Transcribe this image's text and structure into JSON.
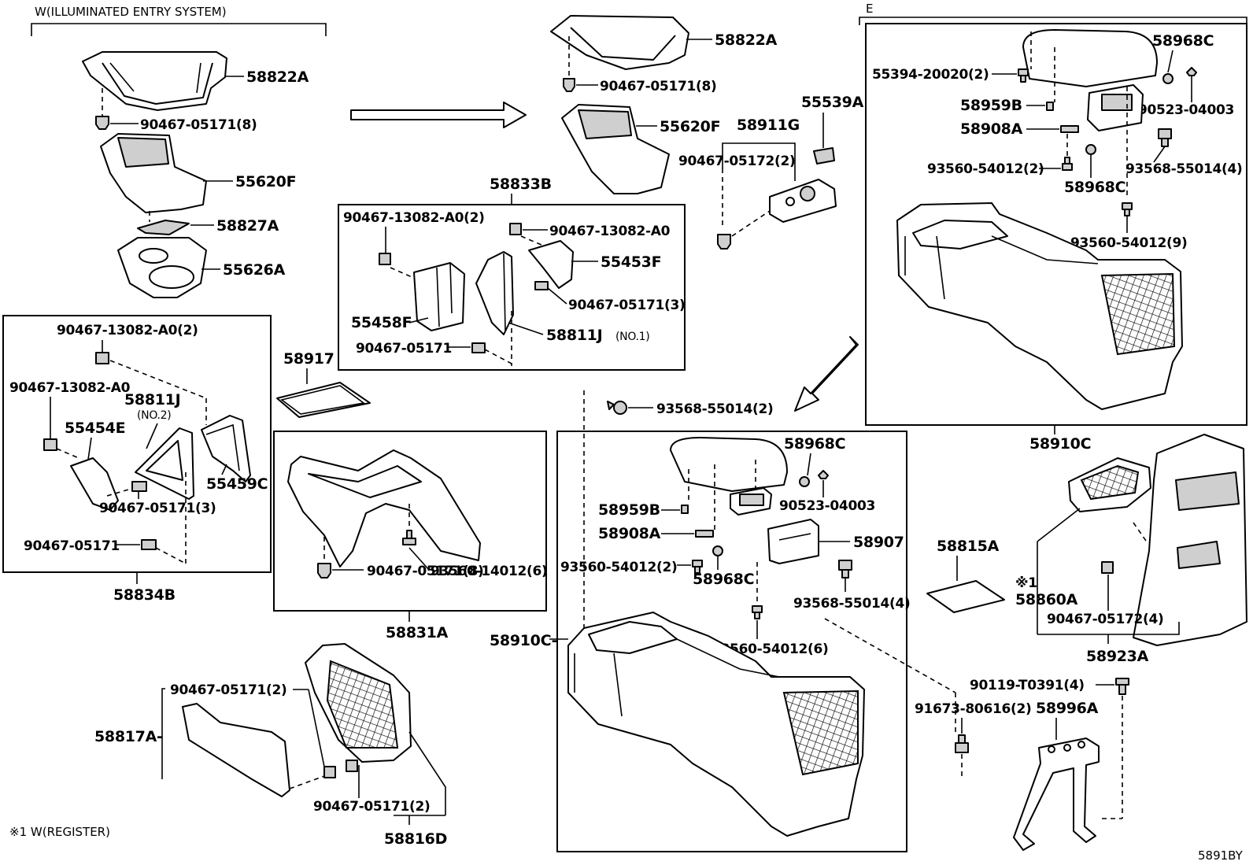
{
  "notes": {
    "top_left": "W(ILLUMINATED ENTRY SYSTEM)",
    "box_e": "E",
    "bottom_left": "※1 W(REGISTER)",
    "illustration_code": "5891BY",
    "register_marker": "※1"
  },
  "labels": {
    "tl_58822A": "58822A",
    "tl_90467_05171_8": "90467-05171(8)",
    "tl_55620F": "55620F",
    "tl_58827A": "58827A",
    "tl_55626A": "55626A",
    "tc_58822A": "58822A",
    "tc_90467_05171_8": "90467-05171(8)",
    "tc_55620F": "55620F",
    "g_58911G": "58911G",
    "g_90467_05172_2": "90467-05172(2)",
    "g_55539A": "55539A",
    "b_58833B": "58833B",
    "b_90467_13082_A0_2": "90467-13082-A0(2)",
    "b_90467_13082_A0": "90467-13082-A0",
    "b_55453F": "55453F",
    "b_90467_05171_3": "90467-05171(3)",
    "b_55458F": "55458F",
    "b_58811J": "58811J",
    "b_no1": "(NO.1)",
    "b_90467_05171": "90467-05171",
    "l_90467_13082_A0_2": "90467-13082-A0(2)",
    "l_90467_13082_A0": "90467-13082-A0",
    "l_58811J": "58811J",
    "l_no2": "(NO.2)",
    "l_55454E": "55454E",
    "l_55459C": "55459C",
    "l_90467_05171_3": "90467-05171(3)",
    "l_90467_05171": "90467-05171",
    "l_58834B": "58834B",
    "m_58917": "58917",
    "m_93560_14012_6": "93560-14012(6)",
    "m_90467_05171_8": "90467-05171(8)",
    "m_58831A": "58831A",
    "e_58968C_top": "58968C",
    "e_55394_20020_2": "55394-20020(2)",
    "e_90523_04003": "90523-04003",
    "e_58959B": "58959B",
    "e_58908A": "58908A",
    "e_93560_54012_2": "93560-54012(2)",
    "e_58968C_mid": "58968C",
    "e_93568_55014_4": "93568-55014(4)",
    "e_93560_54012_9": "93560-54012(9)",
    "e_58910C": "58910C",
    "c_93568_55014_2": "93568-55014(2)",
    "c_58968C_top": "58968C",
    "c_58959B": "58959B",
    "c_90523_04003": "90523-04003",
    "c_58908A": "58908A",
    "c_58907": "58907",
    "c_93560_54012_2": "93560-54012(2)",
    "c_58968C_mid": "58968C",
    "c_93568_55014_4": "93568-55014(4)",
    "c_93560_54012_6": "93560-54012(6)",
    "c_58910C": "58910C-",
    "bl_90467_05171_2a": "90467-05171(2)",
    "bl_58817A": "58817A-",
    "bl_90467_05171_2b": "90467-05171(2)",
    "bl_58816D": "58816D",
    "r_58815A": "58815A",
    "r_58860A": "58860A",
    "r_90467_05172_4": "90467-05172(4)",
    "r_58923A": "58923A",
    "r_90119_T0391_4": "90119-T0391(4)",
    "r_91673_80616_2": "91673-80616(2)",
    "r_58996A": "58996A"
  },
  "icons": [
    "arrow-right-icon",
    "arrow-down-left-icon"
  ]
}
